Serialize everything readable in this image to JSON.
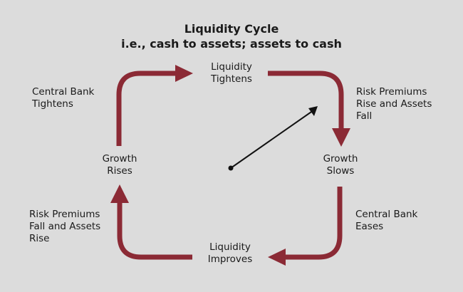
{
  "title": "Liquidity Cycle",
  "subtitle": "i.e., cash to assets; assets to cash",
  "colors": {
    "arrow": "#8b2a35",
    "pointer": "#111111",
    "background": "#dcdcdc"
  },
  "nodes": {
    "top": [
      "Liquidity",
      "Tightens"
    ],
    "right": [
      "Growth",
      "Slows"
    ],
    "bottom": [
      "Liquidity",
      "Improves"
    ],
    "left": [
      "Growth",
      "Rises"
    ]
  },
  "transitions": {
    "top_left": [
      "Central Bank",
      "Tightens"
    ],
    "top_right": [
      "Risk Premiums",
      "Rise and Assets",
      "Fall"
    ],
    "bottom_right": [
      "Central Bank",
      "Eases"
    ],
    "bottom_left": [
      "Risk Premiums",
      "Fall and Assets",
      "Rise"
    ]
  }
}
